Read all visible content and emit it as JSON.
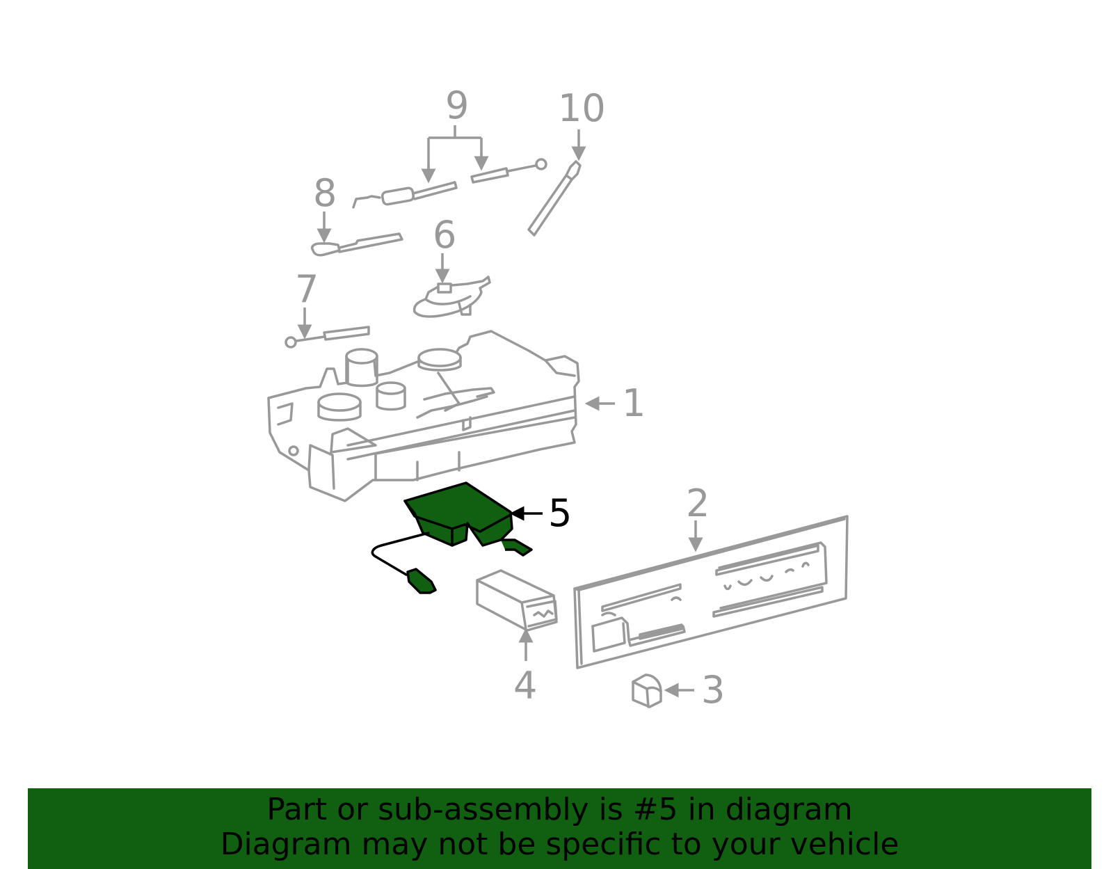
{
  "callouts": {
    "c1": "1",
    "c2": "2",
    "c3": "3",
    "c4": "4",
    "c5": "5",
    "c6": "6",
    "c7": "7",
    "c8": "8",
    "c9": "9",
    "c10": "10"
  },
  "highlighted_part": "5",
  "colors": {
    "highlight": "#116011",
    "outline": "#999999",
    "banner_bg": "#116011",
    "banner_text": "#000000"
  },
  "banner": {
    "line1": "Part or sub-assembly is #5 in diagram",
    "line2": "Diagram may not be specific to your vehicle"
  }
}
